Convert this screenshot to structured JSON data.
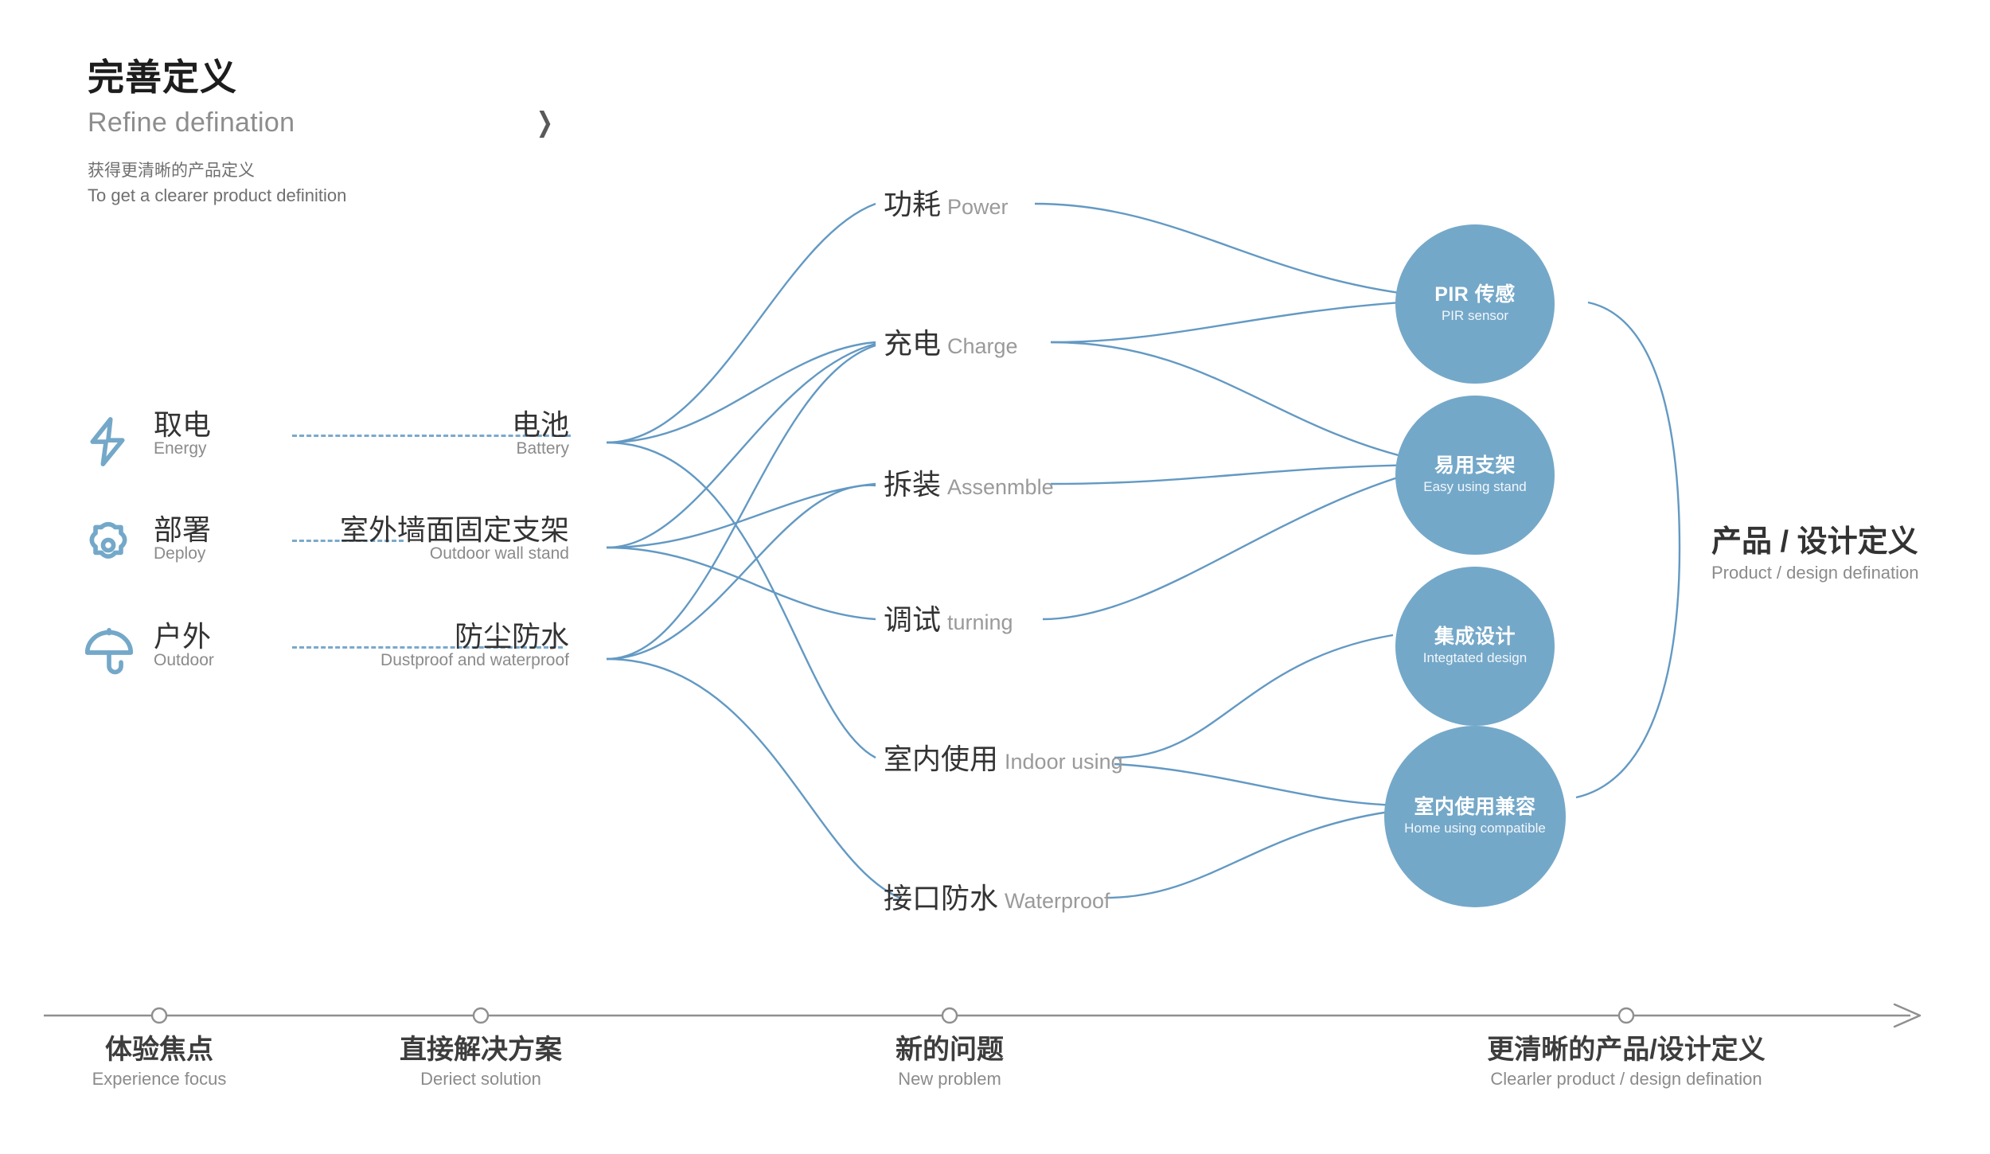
{
  "header": {
    "title": "完善定义",
    "subtitle": "Refine defination",
    "chevron_icon": "chevron-right-icon",
    "note_zh": "获得更清晰的产品定义",
    "note_en": "To get a clearer product definition"
  },
  "accent_color": "#74a8c9",
  "line_color": "#5b94c0",
  "experience_rows": [
    {
      "icon": "lightning-bolt-icon",
      "focus_zh": "取电",
      "focus_en": "Energy",
      "solution_zh": "电池",
      "solution_en": "Battery"
    },
    {
      "icon": "gear-icon",
      "focus_zh": "部署",
      "focus_en": "Deploy",
      "solution_zh": "室外墙面固定支架",
      "solution_en": "Outdoor wall stand"
    },
    {
      "icon": "umbrella-icon",
      "focus_zh": "户外",
      "focus_en": "Outdoor",
      "solution_zh": "防尘防水",
      "solution_en": "Dustproof and waterproof"
    }
  ],
  "problems": [
    {
      "zh": "功耗",
      "en": "Power"
    },
    {
      "zh": "充电",
      "en": "Charge"
    },
    {
      "zh": "拆装",
      "en": "Assenmble"
    },
    {
      "zh": "调试",
      "en": "turning"
    },
    {
      "zh": "室内使用",
      "en": "Indoor using"
    },
    {
      "zh": "接口防水",
      "en": "Waterproof"
    }
  ],
  "outcomes": [
    {
      "zh": "PIR 传感",
      "en": "PIR sensor"
    },
    {
      "zh": "易用支架",
      "en": "Easy using stand"
    },
    {
      "zh": "集成设计",
      "en": "Integtated design"
    },
    {
      "zh": "室内使用兼容",
      "en": "Home using compatible"
    }
  ],
  "outcome_label": {
    "zh": "产品 / 设计定义",
    "en": "Product / design defination"
  },
  "timeline": {
    "stages": [
      {
        "zh": "体验焦点",
        "en": "Experience focus"
      },
      {
        "zh": "直接解决方案",
        "en": "Deriect solution"
      },
      {
        "zh": "新的问题",
        "en": "New problem"
      },
      {
        "zh": "更清晰的产品/设计定义",
        "en": "Clearler product / design defination"
      }
    ]
  }
}
